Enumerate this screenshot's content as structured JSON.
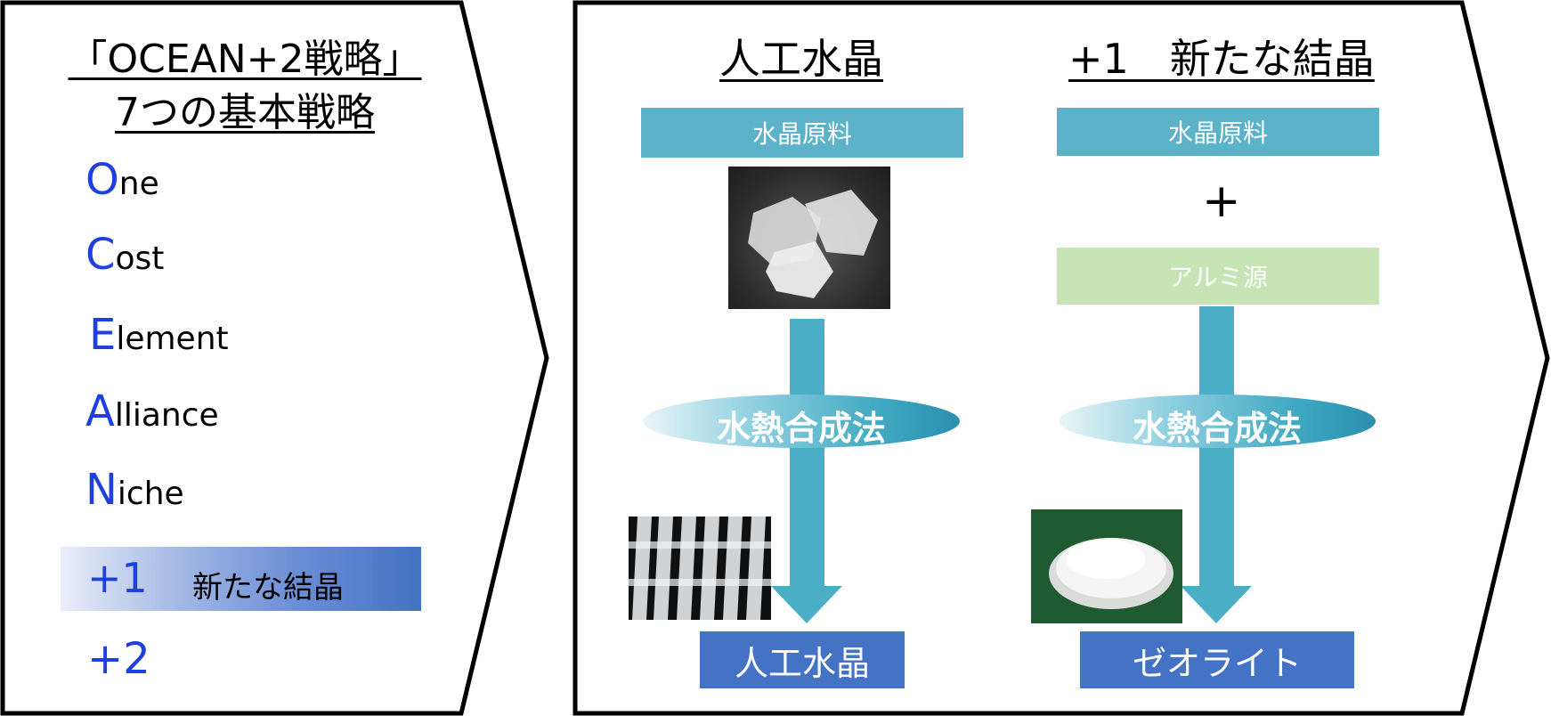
{
  "left_panel": {
    "title_line1": "「OCEAN+2戦略」",
    "title_line2": "7つの基本戦略",
    "strategies": [
      {
        "initial": "O",
        "rest": "ne"
      },
      {
        "initial": "C",
        "rest": "ost"
      },
      {
        "initial": "E",
        "rest": "lement"
      },
      {
        "initial": "A",
        "rest": "lliance"
      },
      {
        "initial": "N",
        "rest": "iche"
      }
    ],
    "plus_one": {
      "mark": "+1",
      "label": "新たな結晶"
    },
    "plus_two": {
      "mark": "+2"
    }
  },
  "columns": [
    {
      "heading": "人工水晶",
      "input_box": "水晶原料",
      "method": "水熱合成法",
      "result": "人工水晶"
    },
    {
      "heading": "+1　新たな結晶",
      "input_box": "水晶原料",
      "plus": "+",
      "second_input": "アルミ源",
      "method": "水熱合成法",
      "result": "ゼオライト"
    }
  ],
  "colors": {
    "accent_blue": "#1f3fe0",
    "teal": "#5bb2c9",
    "arrow": "#4aaec6",
    "green": "#c7e4b5",
    "result_blue": "#4472c4"
  }
}
